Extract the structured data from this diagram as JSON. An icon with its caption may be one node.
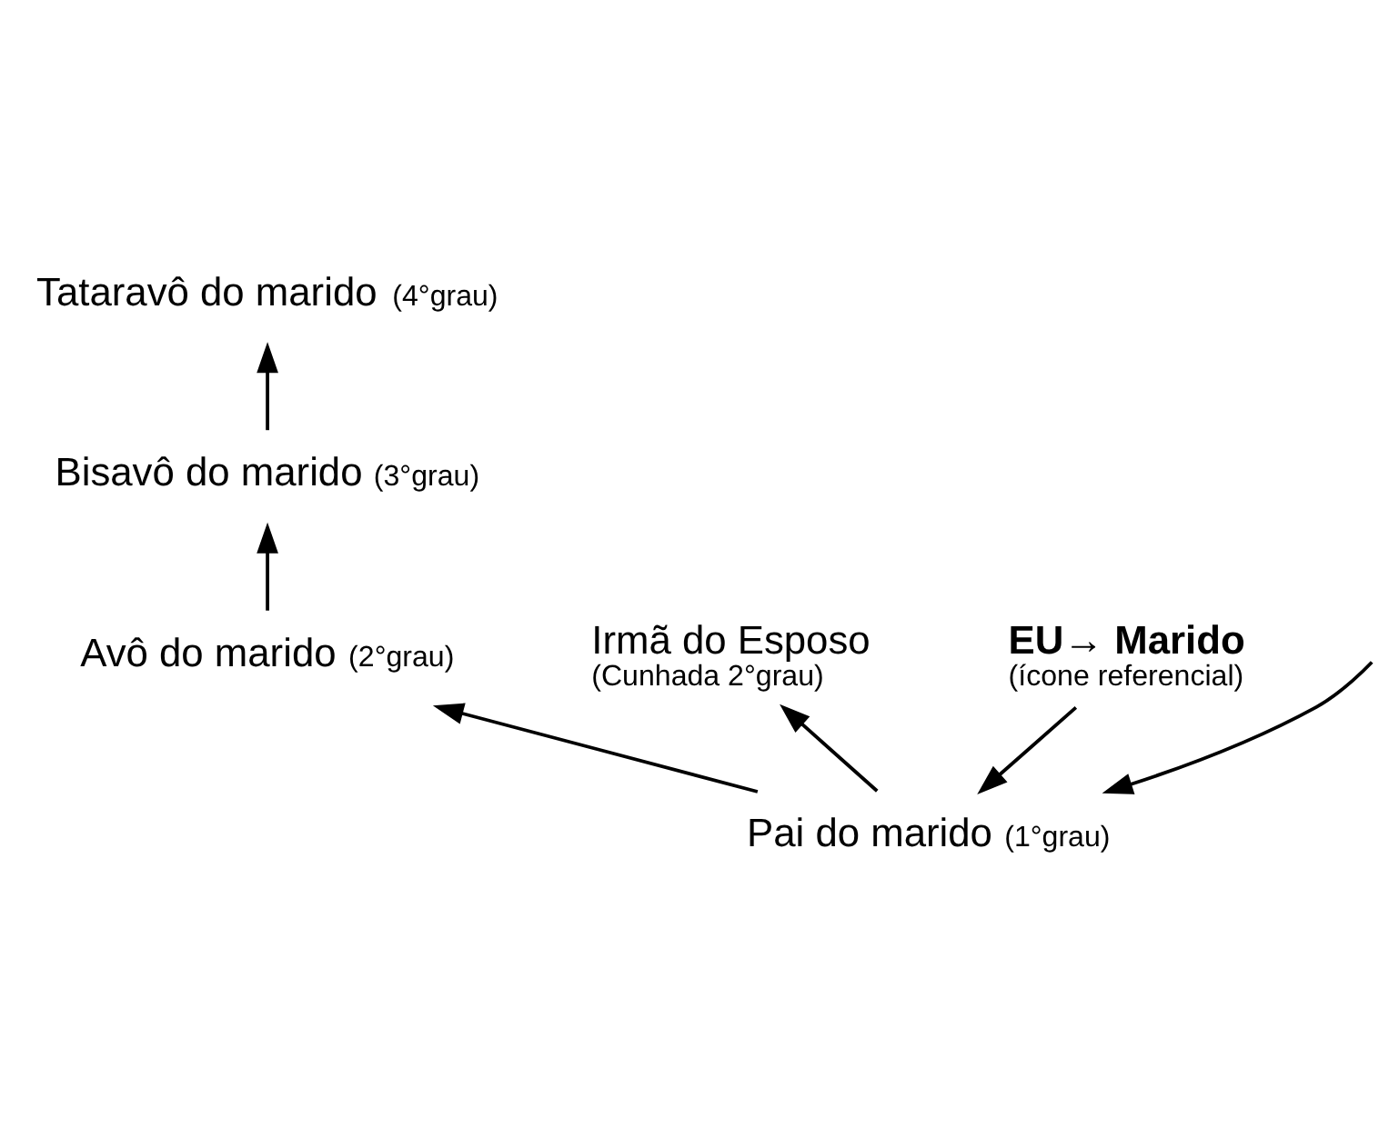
{
  "diagram": {
    "nodes": [
      {
        "text": [
          "Tataravô do marido",
          "(4°grau)"
        ]
      },
      {
        "text": [
          "Bisavô do marido",
          "(3°grau)"
        ]
      },
      {
        "text": [
          "Avô do marido",
          "(2°grau)"
        ]
      },
      {
        "text": [
          "Pai do marido",
          "(1°grau)"
        ]
      },
      {
        "text": [
          "Irmã do Esposo",
          "(Cunhada 2°grau)"
        ]
      },
      {
        "text": [
          "EU→ Marido",
          "(ícone referencial)"
        ]
      }
    ],
    "edges": [
      {
        "from": 1,
        "to": 0,
        "arrow": "to"
      },
      {
        "from": 2,
        "to": 1,
        "arrow": "to"
      },
      {
        "from": 3,
        "to": 2,
        "arrow": "to"
      },
      {
        "from": 3,
        "to": 4,
        "arrow": "to"
      },
      {
        "from": 5,
        "to": 3,
        "arrow": "to"
      },
      {
        "from": null,
        "to": 3,
        "arrow": "to"
      }
    ]
  }
}
